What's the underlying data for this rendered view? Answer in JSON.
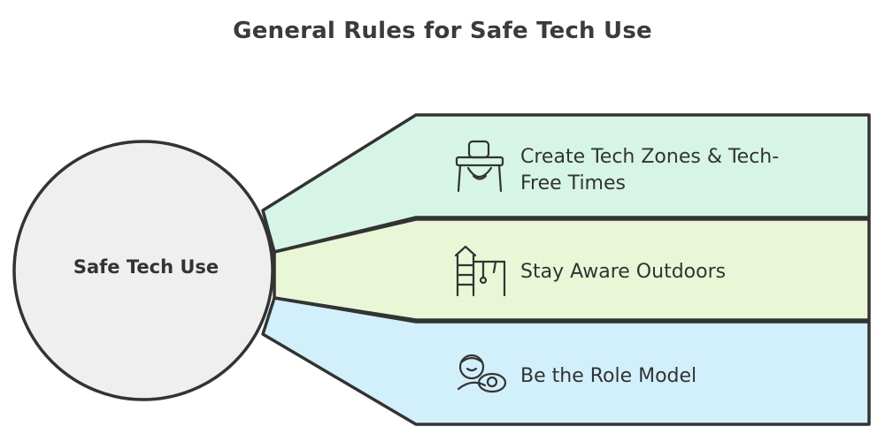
{
  "title": "General Rules for Safe Tech Use",
  "hub": {
    "label": "Safe Tech Use"
  },
  "rows": [
    {
      "label": "Create Tech Zones & Tech-Free Times",
      "icon": "high-chair-icon",
      "color": "#d6f5e6"
    },
    {
      "label": "Stay Aware Outdoors",
      "icon": "playground-icon",
      "color": "#e9f7d7"
    },
    {
      "label": "Be the Role Model",
      "icon": "parent-baby-icon",
      "color": "#d2f0fb"
    }
  ],
  "colors": {
    "stroke": "#333333",
    "hub_fill": "#efefef"
  }
}
